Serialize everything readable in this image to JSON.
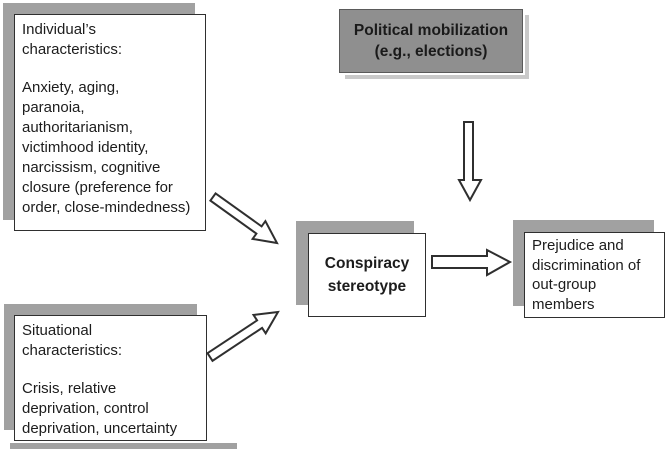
{
  "figure": {
    "background": "#ffffff",
    "nodes": {
      "individual": {
        "title_lines": [
          "Individual’s",
          "characteristics:"
        ],
        "body_lines": [
          "Anxiety, aging,",
          "paranoia,",
          "authoritarianism,",
          "victimhood identity,",
          "narcissism, cognitive",
          "closure (preference for",
          "order, close-mindedness)"
        ]
      },
      "political": {
        "label_lines": [
          "Political mobilization",
          "(e.g., elections)"
        ]
      },
      "situational": {
        "title_lines": [
          "Situational",
          "characteristics:"
        ],
        "body_lines": [
          "Crisis, relative",
          "deprivation, control",
          "deprivation, uncertainty"
        ]
      },
      "conspiracy": {
        "label_lines": [
          "Conspiracy",
          "stereotype"
        ]
      },
      "prejudice": {
        "label_lines": [
          "Prejudice and",
          "discrimination of",
          "out-group",
          "members"
        ]
      }
    },
    "arrows": [
      {
        "from": "individual-characteristics",
        "to": "conspiracy-stereotype",
        "style": "outline-diagonal-down-right"
      },
      {
        "from": "situational-characteristics",
        "to": "conspiracy-stereotype",
        "style": "outline-diagonal-up-right"
      },
      {
        "from": "political-mobilization",
        "to": "conspiracy-stereotype",
        "style": "outline-vertical-down"
      },
      {
        "from": "conspiracy-stereotype",
        "to": "prejudice-discrimination",
        "style": "outline-horizontal-right"
      }
    ],
    "colors": {
      "node_shadow": "#a1a1a1",
      "political_fill": "#8f8f8f",
      "political_shadow": "#c9c9c9",
      "box_border": "#2f2f2f",
      "text": "#1c1c1c",
      "arrow_outline": "#2f2f2f",
      "arrow_fill": "#ffffff"
    }
  }
}
